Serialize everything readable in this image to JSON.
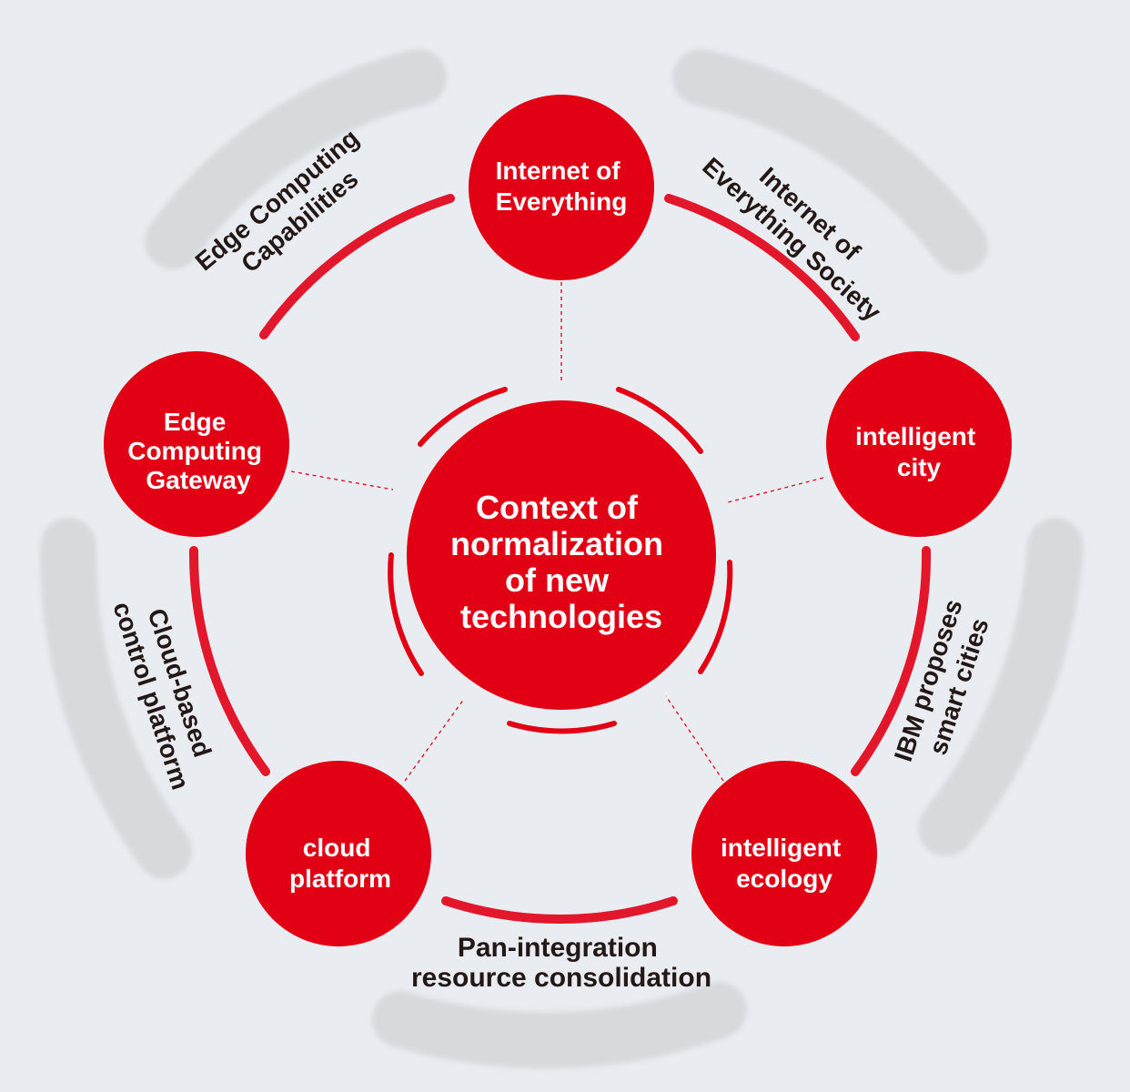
{
  "colors": {
    "node_red": "#e20015",
    "link_red": "#e20015",
    "text_dark": "#231815",
    "background": "#e9ecf0",
    "outer_band": "#d7dadd"
  },
  "center": {
    "lines": [
      "Context of",
      "normalization",
      "of new",
      "technologies"
    ]
  },
  "nodes": {
    "top": {
      "lines": [
        "Internet of",
        "Everything"
      ]
    },
    "right": {
      "lines": [
        "intelligent",
        "city"
      ]
    },
    "bottom_right": {
      "lines": [
        "intelligent",
        "ecology"
      ]
    },
    "bottom_left": {
      "lines": [
        "cloud",
        "platform"
      ]
    },
    "left": {
      "lines": [
        "Edge",
        "Computing",
        "Gateway"
      ]
    }
  },
  "outer_labels": {
    "top_left": {
      "lines": [
        "Edge Computing",
        "Capabilities"
      ]
    },
    "top_right": {
      "lines": [
        "Internet of",
        "Everything Society"
      ]
    },
    "right": {
      "lines": [
        "IBM proposes",
        "smart cities"
      ]
    },
    "bottom": {
      "lines": [
        "Pan-integration",
        "resource consolidation"
      ]
    },
    "left": {
      "lines": [
        "Cloud-based",
        "control platform"
      ]
    }
  }
}
